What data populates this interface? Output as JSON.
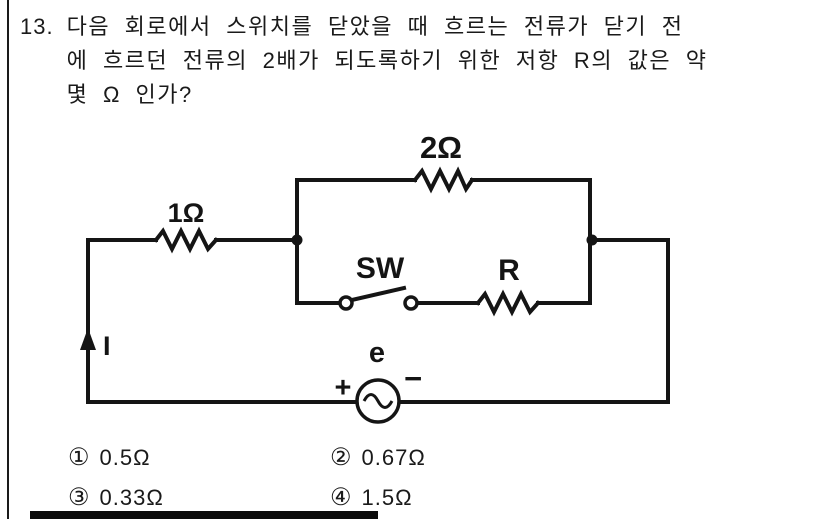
{
  "question": {
    "number": "13.",
    "line1": "다음 회로에서 스위치를 닫았을 때 흐르는 전류가 닫기 전",
    "line2": "에 흐르던 전류의 2배가 되도록하기 위한 저항 R의 값은 약",
    "line3": "몇 Ω 인가?"
  },
  "circuit": {
    "labels": {
      "r1": "1Ω",
      "r2": "2Ω",
      "switch": "SW",
      "r": "R",
      "source": "e",
      "current": "I",
      "plus": "+",
      "minus": "−"
    },
    "wire_color": "#151515"
  },
  "choices": [
    {
      "marker": "①",
      "text": "0.5Ω"
    },
    {
      "marker": "②",
      "text": "0.67Ω"
    },
    {
      "marker": "③",
      "text": "0.33Ω"
    },
    {
      "marker": "④",
      "text": "1.5Ω"
    }
  ]
}
